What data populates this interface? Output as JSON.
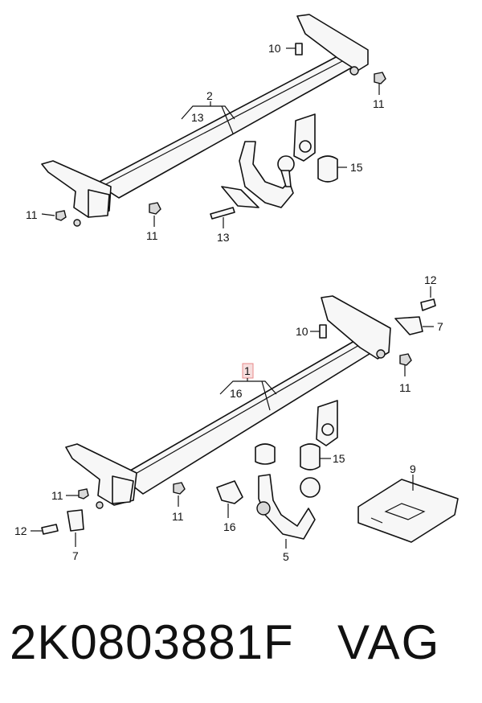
{
  "top_assembly": {
    "callout_10": "10",
    "callout_11_right": "11",
    "callout_2": "2",
    "callout_13_bracket": "13",
    "callout_15": "15",
    "callout_11_left": "11",
    "callout_11_bottom": "11",
    "callout_13_bolt": "13"
  },
  "bottom_assembly": {
    "callout_12_top": "12",
    "callout_7_right": "7",
    "callout_10": "10",
    "callout_11_right": "11",
    "callout_1": "1",
    "callout_16_bracket": "16",
    "callout_15": "15",
    "callout_9": "9",
    "callout_11_left": "11",
    "callout_11_bottom": "11",
    "callout_16_clip": "16",
    "callout_12_left": "12",
    "callout_7_left": "7",
    "callout_5": "5"
  },
  "footer": {
    "part_number": "2K0803881F",
    "brand": "VAG"
  },
  "colors": {
    "highlight_box": "#e88a8a",
    "line": "#111111",
    "part_fill": "#f7f7f7"
  }
}
